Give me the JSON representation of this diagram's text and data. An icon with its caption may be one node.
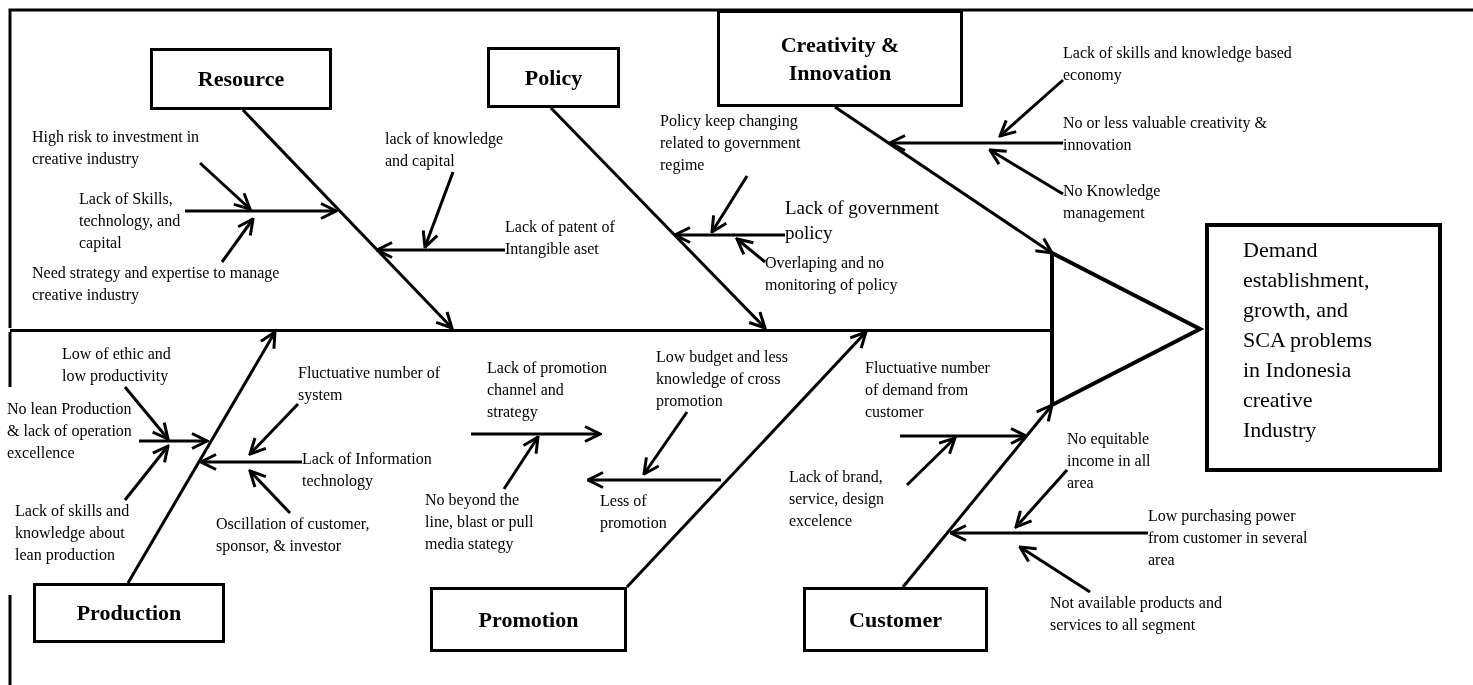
{
  "diagram": {
    "nodes": [
      {
        "text": [
          "Resource"
        ]
      },
      {
        "text": [
          "Policy"
        ]
      },
      {
        "text": [
          "Creativity & Innovation"
        ]
      },
      {
        "text": [],
        "shape": "triangle"
      },
      {
        "text": [
          "Demand establishment, growth, and SCA problems in Indonesia creative Industry"
        ]
      },
      {
        "text": [
          "Production"
        ]
      },
      {
        "text": [
          "Promotion"
        ]
      },
      {
        "text": [
          "Customer"
        ]
      },
      {
        "text": [
          "High risk to investment in creative industry"
        ]
      },
      {
        "text": [
          "Lack of Skills, technology, and capital"
        ]
      },
      {
        "text": [
          "Need strategy and expertise to manage creative industry"
        ]
      },
      {
        "text": [
          "lack of knowledge and capital"
        ]
      },
      {
        "text": [
          "Lack of patent of Intangible aset"
        ]
      },
      {
        "text": [
          "Policy keep changing related to government regime"
        ]
      },
      {
        "text": [
          "Lack of government policy"
        ]
      },
      {
        "text": [
          "Overlaping and no monitoring of policy"
        ]
      },
      {
        "text": [
          "Lack of skills and knowledge based economy"
        ]
      },
      {
        "text": [
          "No or less valuable creativity & innovation"
        ]
      },
      {
        "text": [
          "No Knowledge management"
        ]
      },
      {
        "text": [
          "Low of ethic and low productivity"
        ]
      },
      {
        "text": [
          "No lean Production & lack of operation excellence"
        ]
      },
      {
        "text": [
          "Lack of skills and knowledge about lean production"
        ]
      },
      {
        "text": [
          "Fluctuative number of system"
        ]
      },
      {
        "text": [
          "Lack of Information technology"
        ]
      },
      {
        "text": [
          "Oscillation of customer, sponsor, & investor"
        ]
      },
      {
        "text": [
          "Lack of promotion channel and strategy"
        ]
      },
      {
        "text": [
          "No beyond the line, blast or pull media stategy"
        ]
      },
      {
        "text": [
          "Low budget and less knowledge of cross promotion"
        ]
      },
      {
        "text": [
          "Less of promotion"
        ]
      },
      {
        "text": [
          "Fluctuative number of demand from customer"
        ]
      },
      {
        "text": [
          "Lack of brand, service, design excelence"
        ]
      },
      {
        "text": [
          "No equitable income in all area"
        ]
      },
      {
        "text": [
          "Low purchasing power from customer in several area"
        ]
      },
      {
        "text": [
          "Not available products and services to all segment"
        ]
      },
      {
        "text": [],
        "shape": "bar"
      }
    ],
    "edges": [
      {
        "from": 0,
        "to": 34,
        "arrow": "to"
      },
      {
        "from": 1,
        "to": 34,
        "arrow": "to"
      },
      {
        "from": 2,
        "to": 3,
        "arrow": "to"
      },
      {
        "from": 5,
        "to": 34,
        "arrow": "to"
      },
      {
        "from": 6,
        "to": 34,
        "arrow": "to"
      },
      {
        "from": 7,
        "to": 3,
        "arrow": "to"
      },
      {
        "from": 8,
        "to": null,
        "arrow": "to"
      },
      {
        "from": 9,
        "to": null,
        "arrow": "to"
      },
      {
        "from": 10,
        "to": null,
        "arrow": "to"
      },
      {
        "from": 11,
        "to": null,
        "arrow": "to"
      },
      {
        "from": 12,
        "to": null,
        "arrow": "to"
      },
      {
        "from": 13,
        "to": null,
        "arrow": "to"
      },
      {
        "from": 14,
        "to": null,
        "arrow": "to"
      },
      {
        "from": 15,
        "to": null,
        "arrow": "to"
      },
      {
        "from": 16,
        "to": 17,
        "arrow": "to"
      },
      {
        "from": 17,
        "to": 2,
        "arrow": "to"
      },
      {
        "from": 18,
        "to": null,
        "arrow": "to"
      },
      {
        "from": 19,
        "to": 20,
        "arrow": "to"
      },
      {
        "from": 20,
        "to": null,
        "arrow": "to"
      },
      {
        "from": 21,
        "to": 20,
        "arrow": "to"
      },
      {
        "from": 22,
        "to": 23,
        "arrow": "to"
      },
      {
        "from": 23,
        "to": null,
        "arrow": "to"
      },
      {
        "from": 24,
        "to": null,
        "arrow": "to"
      },
      {
        "from": null,
        "to": 25,
        "arrow": "to"
      },
      {
        "from": 26,
        "to": 25,
        "arrow": "to"
      },
      {
        "from": 27,
        "to": 28,
        "arrow": "to"
      },
      {
        "from": null,
        "to": 28,
        "arrow": "to"
      },
      {
        "from": null,
        "to": 29,
        "arrow": "to"
      },
      {
        "from": 30,
        "to": 29,
        "arrow": "to"
      },
      {
        "from": 31,
        "to": null,
        "arrow": "to"
      },
      {
        "from": 32,
        "to": null,
        "arrow": "to"
      },
      {
        "from": 33,
        "to": null,
        "arrow": "to"
      }
    ]
  }
}
